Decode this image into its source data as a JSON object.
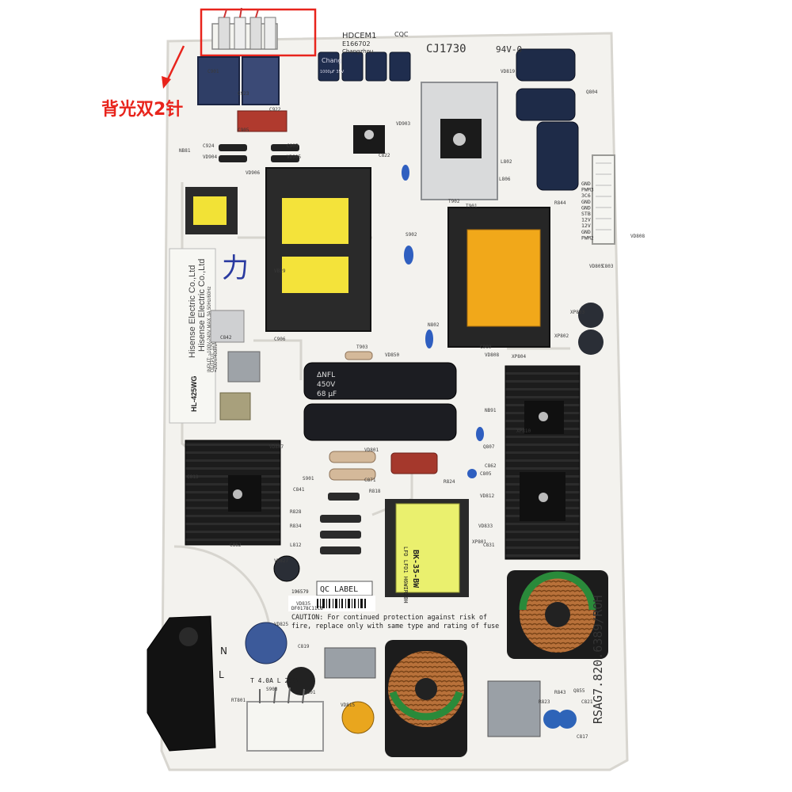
{
  "annotation": {
    "text": "背光双2针",
    "color": "#e8241c"
  },
  "board": {
    "silkscreen_color": "#f3f2ee",
    "ul_mark": "HDCEM1",
    "e_number": "E166702",
    "maker_line": "Changzhou",
    "cqc": "CQC",
    "date_code": "CJ1730",
    "rating": "94V-0",
    "nameplate": {
      "company1": "Hisense Electric Co.,Ltd",
      "company2": "Hisense Electric Co.,Ltd",
      "input": "INPUT: ~100V-240V MAX 3A 50Hz/60Hz",
      "output1": "OUTPUT: 12V/4A 18V/4.5A",
      "output2": "=200V/400mA",
      "model_sticker": "HL-425WG",
      "handwritten": "力"
    },
    "part_number": "RSAG7.820.6389/ROH",
    "qc_label": "QC LABEL",
    "barcode_top": "196579",
    "barcode_bottom": "DF0178C11C8",
    "caution1": "CAUTION: For continued protection against risk of",
    "caution2": "fire, replace only with same type and rating of fuse",
    "fuse_rating": "T 4.0A L 250V",
    "mains_l": "L",
    "mains_n": "N",
    "transformer_label": "BK-35-BW",
    "transformer_label2": "LFD LFD1 H6WIR20H",
    "cap_brand": "Chang",
    "cap_rating": "1000μF 35V",
    "bulk_cap_brand": "ΔNFL",
    "bulk_cap_rating": "450V",
    "bulk_cap_value": "68 μF",
    "connector_pins": [
      "GND",
      "PWM3",
      "3C6",
      "GND",
      "GND",
      "STB",
      "12V",
      "12V",
      "GND",
      "PWM2"
    ],
    "refs": [
      "C901",
      "C905",
      "C922",
      "C923",
      "C924",
      "C905",
      "VD904",
      "VD905",
      "VD906",
      "VD903",
      "T902",
      "VD819",
      "Q804",
      "C906",
      "S902",
      "T901",
      "C909",
      "T903",
      "VD801",
      "C871",
      "R818",
      "R824",
      "R828",
      "R834",
      "L812",
      "VD808",
      "VD812",
      "VD807",
      "VD808",
      "VD805",
      "C803",
      "XP802",
      "XP803",
      "XP804",
      "XP810",
      "NB91",
      "NB81",
      "C817",
      "C819",
      "VD825",
      "VD827",
      "VD833",
      "VD835",
      "S901",
      "S903",
      "RT801",
      "R823",
      "R843",
      "R844",
      "L802",
      "C822",
      "L806",
      "XP801",
      "C841",
      "C842",
      "C862",
      "VB29",
      "C813",
      "C862",
      "VD850",
      "C831",
      "Q807",
      "Q801",
      "N802",
      "C805",
      "VD815",
      "Q855",
      "C821"
    ]
  }
}
